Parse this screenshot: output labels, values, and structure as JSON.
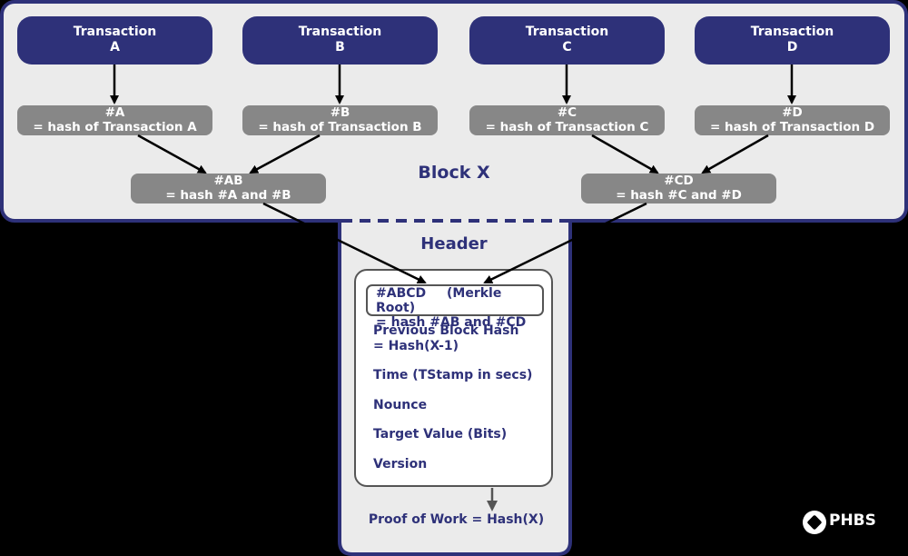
{
  "transactions": [
    {
      "line1": "Transaction",
      "line2": "A"
    },
    {
      "line1": "Transaction",
      "line2": "B"
    },
    {
      "line1": "Transaction",
      "line2": "C"
    },
    {
      "line1": "Transaction",
      "line2": "D"
    }
  ],
  "hashes": [
    {
      "line1": "#A",
      "line2": "= hash of Transaction A"
    },
    {
      "line1": "#B",
      "line2": "= hash of Transaction B"
    },
    {
      "line1": "#C",
      "line2": "= hash of Transaction C"
    },
    {
      "line1": "#D",
      "line2": "= hash of Transaction D"
    }
  ],
  "pair_hashes": [
    {
      "line1": "#AB",
      "line2": "= hash #A and #B"
    },
    {
      "line1": "#CD",
      "line2": "= hash #C and #D"
    }
  ],
  "block_label": "Block X",
  "header_label": "Header",
  "merkle": {
    "line1_a": "#ABCD",
    "line1_b": "(Merkle Root)",
    "line2": "= hash #AB and #CD"
  },
  "fields": {
    "prev_hash_1": "Previous Block Hash",
    "prev_hash_2": "= Hash(X-1)",
    "time": "Time (TStamp in secs)",
    "nounce": "Nounce",
    "target": "Target Value (Bits)",
    "version": "Version"
  },
  "proof_of_work": "Proof of Work = Hash(X)",
  "logo_text": "PHBS",
  "colors": {
    "navy": "#2e3179",
    "gray_box": "#878787",
    "panel": "#ebebeb"
  }
}
